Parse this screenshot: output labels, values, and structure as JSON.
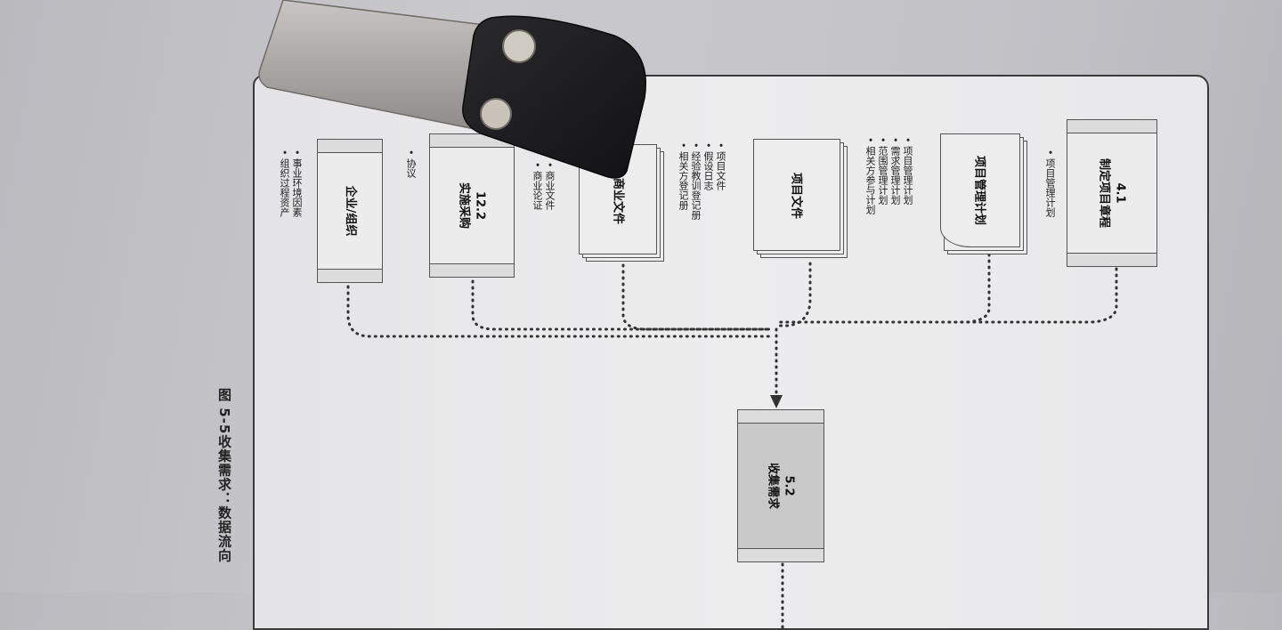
{
  "caption": "图 5-5收集需求：数据流向",
  "boxes": {
    "charter": {
      "id": "4.1",
      "name": "制定项目章程"
    },
    "procure": {
      "id": "12.2",
      "name": "实施采购"
    },
    "enterprise": {
      "name": "企业/组织"
    },
    "collect": {
      "id": "5.2",
      "name": "收集需求"
    }
  },
  "docs": {
    "pm_plan": "项目管理计划",
    "project_docs": "项目文件",
    "business_docs": "商业文件"
  },
  "lists": {
    "charter_out": [
      "项目管理计划"
    ],
    "pm_plan_items": [
      "项目管理计划",
      "需求管理计划",
      "范围管理计划",
      "相关方参与计划"
    ],
    "project_docs_items": [
      "项目文件",
      "假设日志",
      "经验教训登记册",
      "相关方登记册"
    ],
    "business_items": [
      "商业文件",
      "商业论证"
    ],
    "procure_items": [
      "协议"
    ],
    "enterprise_items": [
      "事业环境因素",
      "组织过程资产"
    ]
  }
}
